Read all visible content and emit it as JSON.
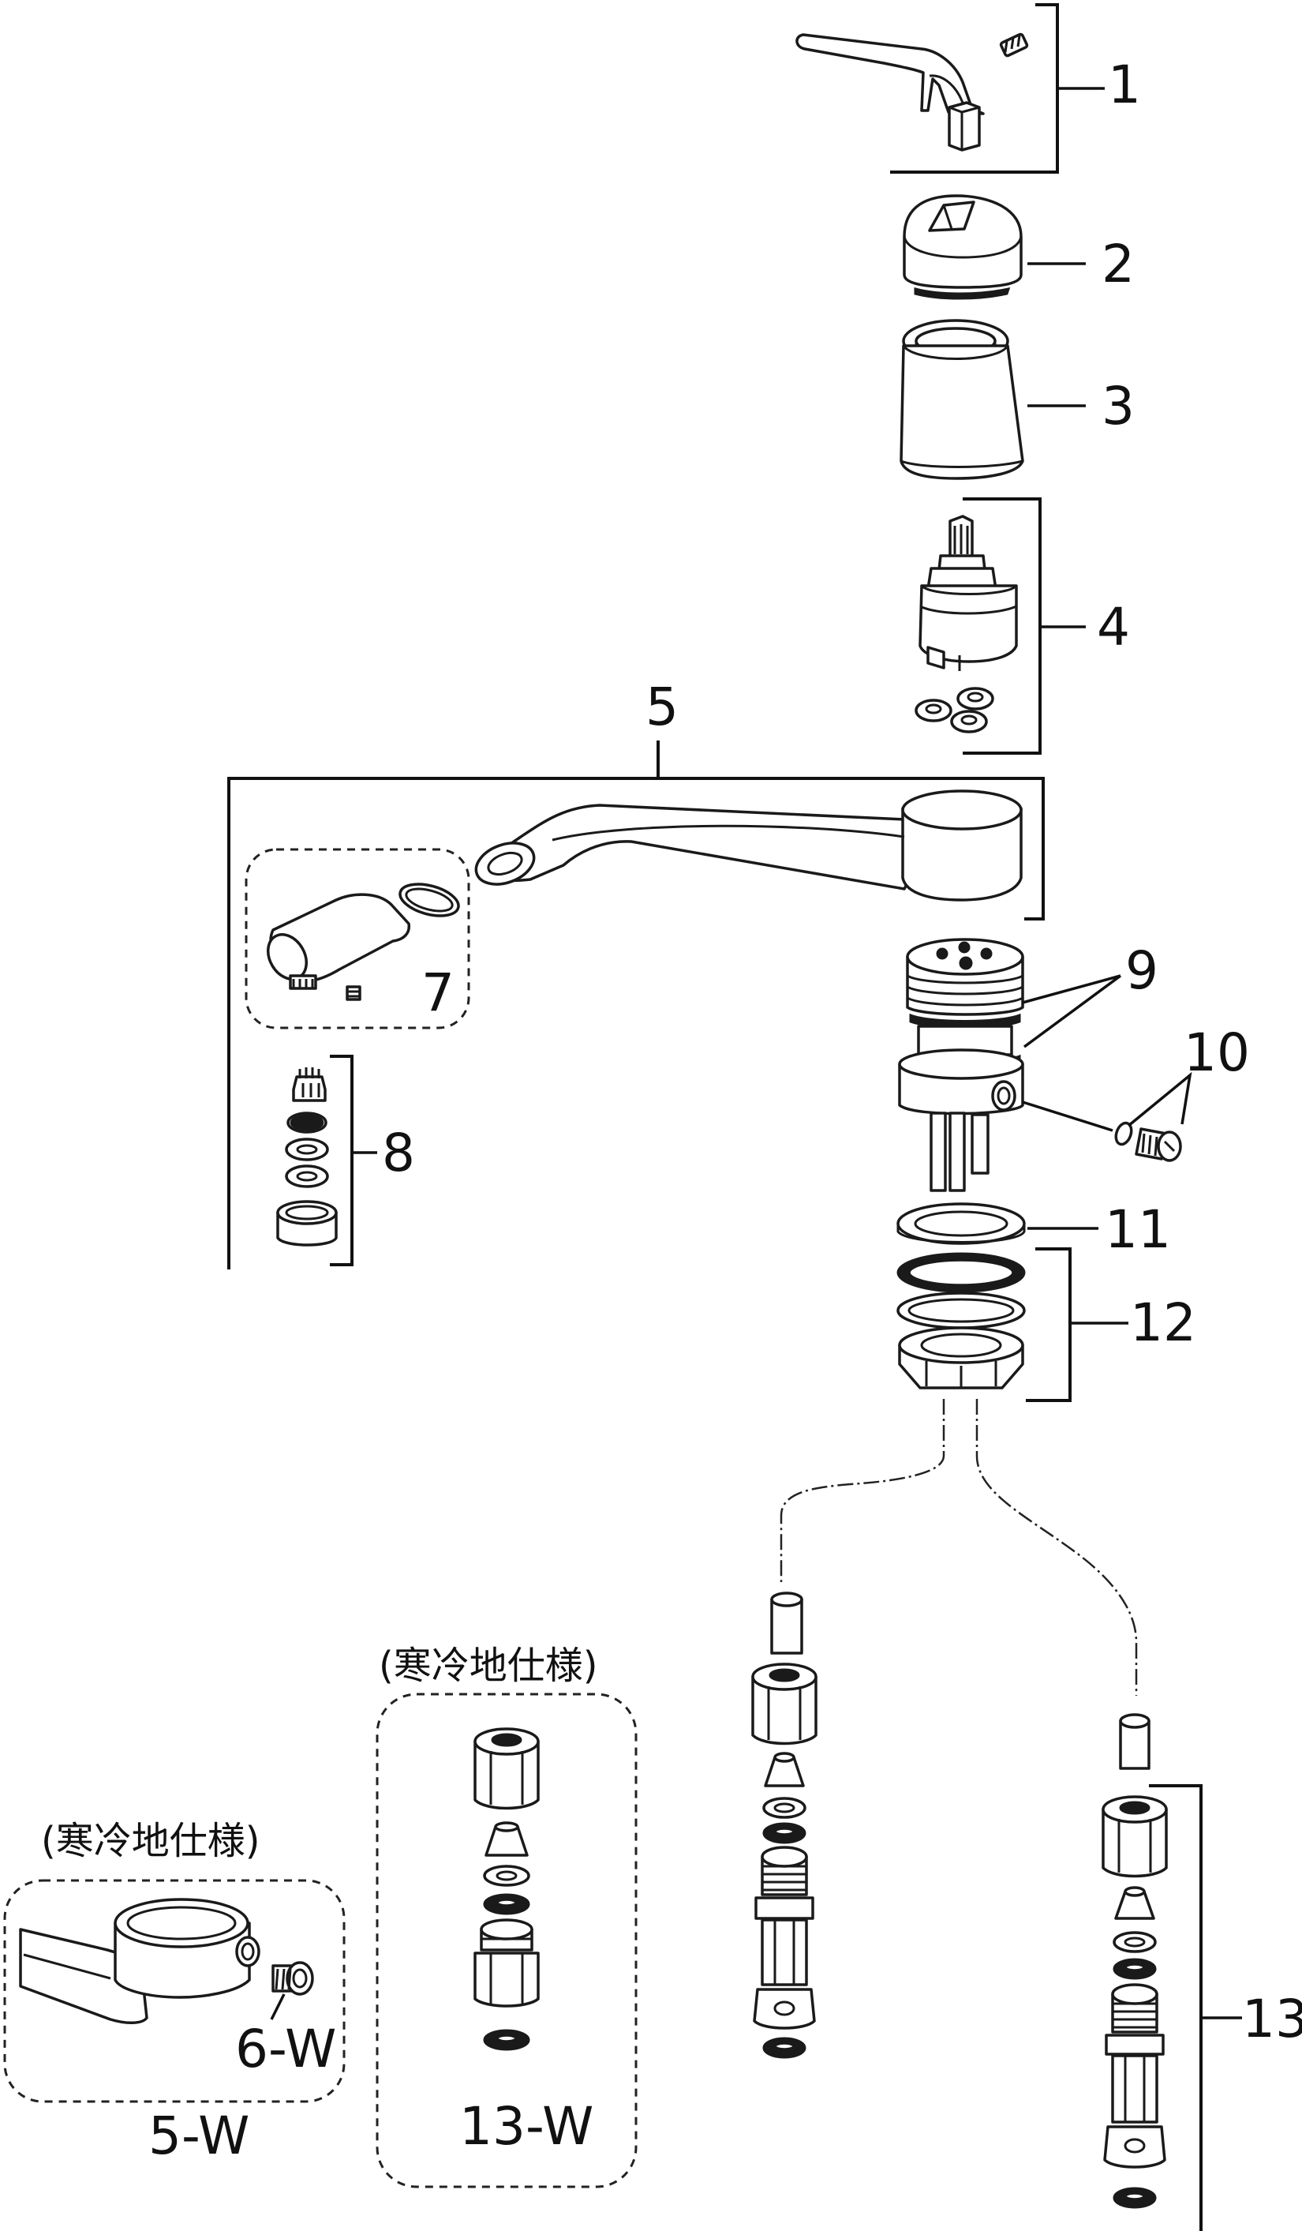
{
  "callouts": {
    "p1": "1",
    "p2": "2",
    "p3": "3",
    "p4": "4",
    "p5": "5",
    "p7": "7",
    "p8": "8",
    "p9": "9",
    "p10": "10",
    "p11": "11",
    "p12": "12",
    "p13": "13",
    "p6w": "6-W"
  },
  "insets": {
    "cold_region_caption": "(寒冷地仕様)",
    "label_5w": "5-W",
    "label_13w": "13-W"
  }
}
